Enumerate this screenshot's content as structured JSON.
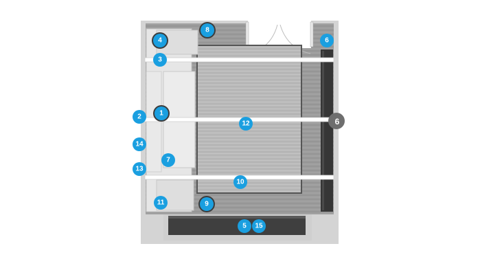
{
  "colors": {
    "badge": "#1a9fe0",
    "badge_dark_ring": "#3c3c3c",
    "wall": "#d2d2d2",
    "floor": "#9a9a9a",
    "rug": "#b9b9b9",
    "sofa": "#e4e4e4",
    "tv_cabinet": "#3e3e3e",
    "wall_panel": "#363636",
    "light_bar": "#ffffff"
  },
  "badges": [
    {
      "label": "1",
      "icon": "number-badge-icon"
    },
    {
      "label": "2",
      "icon": "number-badge-icon"
    },
    {
      "label": "3",
      "icon": "number-badge-icon"
    },
    {
      "label": "4",
      "icon": "number-badge-icon"
    },
    {
      "label": "5",
      "icon": "number-badge-icon"
    },
    {
      "label": "6",
      "icon": "number-badge-icon"
    },
    {
      "label": "7",
      "icon": "number-badge-icon"
    },
    {
      "label": "8",
      "icon": "number-badge-icon"
    },
    {
      "label": "9",
      "icon": "number-badge-icon"
    },
    {
      "label": "10",
      "icon": "number-badge-icon"
    },
    {
      "label": "11",
      "icon": "number-badge-icon"
    },
    {
      "label": "12",
      "icon": "number-badge-icon"
    },
    {
      "label": "13",
      "icon": "number-badge-icon"
    },
    {
      "label": "14",
      "icon": "number-badge-icon"
    },
    {
      "label": "15",
      "icon": "number-badge-icon"
    }
  ],
  "side_marker": {
    "label": "6",
    "icon": "wall-marker-icon"
  }
}
